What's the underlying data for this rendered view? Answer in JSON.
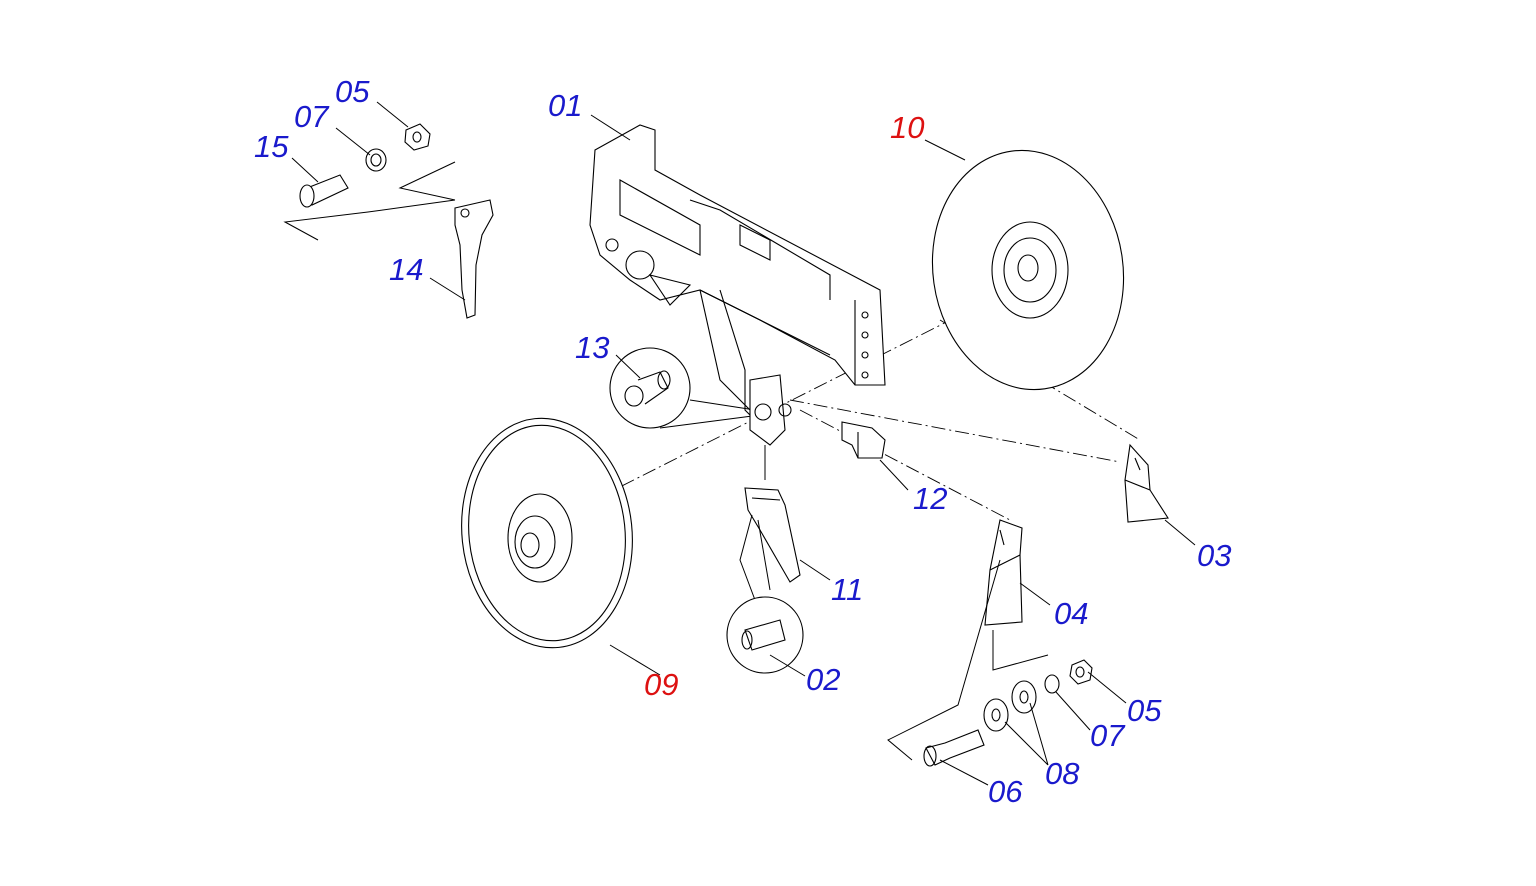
{
  "colors": {
    "standard_label": "#1a1acc",
    "highlight_label": "#dd1111",
    "line": "#000000"
  },
  "callouts": [
    {
      "id": "01",
      "text": "01",
      "highlight": false
    },
    {
      "id": "05a",
      "text": "05",
      "highlight": false
    },
    {
      "id": "07a",
      "text": "07",
      "highlight": false
    },
    {
      "id": "15",
      "text": "15",
      "highlight": false
    },
    {
      "id": "14",
      "text": "14",
      "highlight": false
    },
    {
      "id": "10",
      "text": "10",
      "highlight": true
    },
    {
      "id": "13",
      "text": "13",
      "highlight": false
    },
    {
      "id": "12",
      "text": "12",
      "highlight": false
    },
    {
      "id": "03",
      "text": "03",
      "highlight": false
    },
    {
      "id": "11",
      "text": "11",
      "highlight": false
    },
    {
      "id": "04",
      "text": "04",
      "highlight": false
    },
    {
      "id": "09",
      "text": "09",
      "highlight": true
    },
    {
      "id": "02",
      "text": "02",
      "highlight": false
    },
    {
      "id": "05b",
      "text": "05",
      "highlight": false
    },
    {
      "id": "07b",
      "text": "07",
      "highlight": false
    },
    {
      "id": "08",
      "text": "08",
      "highlight": false
    },
    {
      "id": "06",
      "text": "06",
      "highlight": false
    }
  ]
}
